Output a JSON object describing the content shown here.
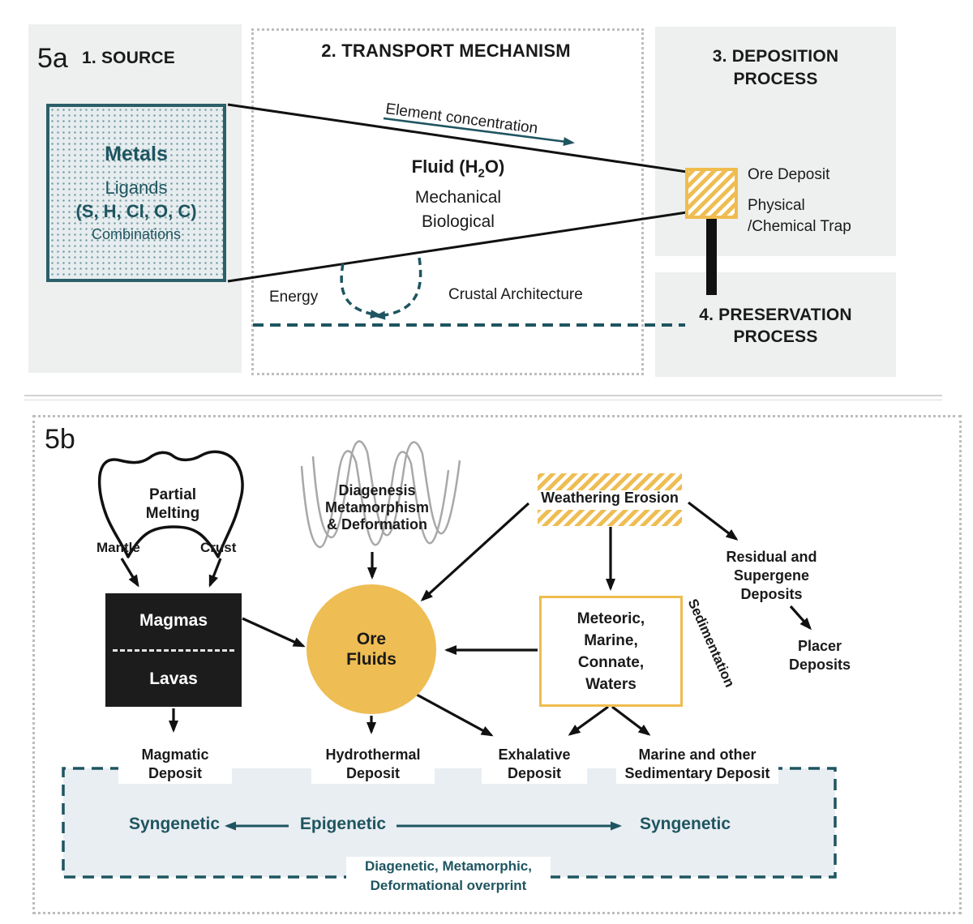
{
  "colors": {
    "teal": "#1e5560",
    "teal_border": "#2b5f6a",
    "gold": "#eebd53",
    "gold_border": "#f0bc4e",
    "ink": "#1a1a1a",
    "panel_gray": "#eef0ef",
    "band_blue": "#e9eef2",
    "wave_gray": "#a8a8a8",
    "dotted_border": "#bdbdbd"
  },
  "panel_a": {
    "figure_label": "5a",
    "source_title": "1. SOURCE",
    "transport_title": "2. TRANSPORT MECHANISM",
    "deposition_title": "3. DEPOSITION\nPROCESS",
    "preservation_title": "4. PRESERVATION\nPROCESS",
    "source_box": {
      "metals": "Metals",
      "ligands": "Ligands",
      "ligand_elements": "(S, H, Cl, O, C)",
      "combinations": "Combinations"
    },
    "element_concentration": "Element concentration",
    "fluid_prefix": "Fluid (H",
    "fluid_subscript": "2",
    "fluid_suffix": "O)",
    "mechanical": "Mechanical",
    "biological": "Biological",
    "energy": "Energy",
    "crustal_architecture": "Crustal Architecture",
    "ore_deposit": "Ore Deposit",
    "trap": "Physical\n/Chemical Trap"
  },
  "panel_b": {
    "figure_label": "5b",
    "partial_melting": "Partial\nMelting",
    "mantle": "Mantle",
    "crust": "Crust",
    "magmas": "Magmas",
    "lavas": "Lavas",
    "diagenesis": "Diagenesis\nMetamorphism\n& Deformation",
    "ore_fluids": "Ore\nFluids",
    "weathering_erosion": "Weathering Erosion",
    "meteoric_waters": "Meteoric,\nMarine,\nConnate,\nWaters",
    "sedimentation": "Sedimentation",
    "residual_supergene": "Residual and\nSupergene\nDeposits",
    "placer": "Placer\nDeposits",
    "magmatic_deposit": "Magmatic\nDeposit",
    "hydrothermal_deposit": "Hydrothermal\nDeposit",
    "exhalative_deposit": "Exhalative\nDeposit",
    "marine_sedimentary_deposit": "Marine and other\nSedimentary Deposit",
    "syngenetic_left": "Syngenetic",
    "epigenetic": "Epigenetic",
    "syngenetic_right": "Syngenetic",
    "overprint": "Diagenetic, Metamorphic,\nDeformational overprint"
  }
}
